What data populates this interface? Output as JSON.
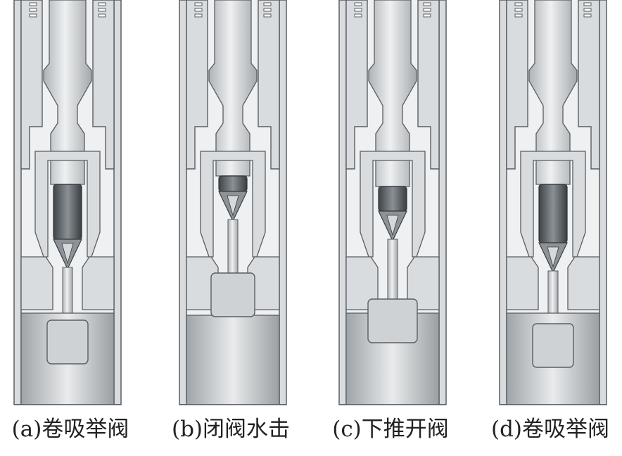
{
  "captions": {
    "a": "(a)卷吸举阀",
    "b": "(b)闭阀水击",
    "c": "(c)下推开阀",
    "d": "(d)卷吸举阀"
  },
  "colors": {
    "background": "#ffffff",
    "housing": "#d9dcde",
    "bore": "#eef0f1",
    "rod": "#c4c8cb",
    "dark_piston": "#5d6266",
    "outline": "#5a5e62"
  },
  "panels": [
    {
      "id": "a",
      "valve_state": "lifted",
      "lower_block_shape": "small"
    },
    {
      "id": "b",
      "valve_state": "closed",
      "lower_block_shape": "wide"
    },
    {
      "id": "c",
      "valve_state": "pushed-open",
      "lower_block_shape": "medium"
    },
    {
      "id": "d",
      "valve_state": "lifted",
      "lower_block_shape": "small"
    }
  ]
}
